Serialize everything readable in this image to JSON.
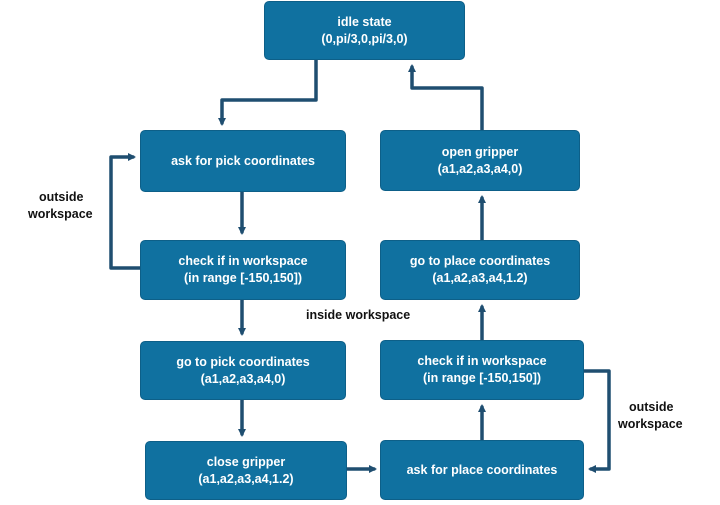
{
  "nodes": {
    "idle": {
      "line1": "idle state",
      "line2": "(0,pi/3,0,pi/3,0)"
    },
    "ask_pick": {
      "line1": "ask for pick coordinates"
    },
    "check_pick": {
      "line1": "check if in workspace",
      "line2": "(in range [-150,150])"
    },
    "goto_pick": {
      "line1": "go to pick coordinates",
      "line2": "(a1,a2,a3,a4,0)"
    },
    "close_gripper": {
      "line1": "close gripper",
      "line2": "(a1,a2,a3,a4,1.2)"
    },
    "ask_place": {
      "line1": "ask for place coordinates"
    },
    "check_place": {
      "line1": "check if in workspace",
      "line2": "(in range [-150,150])"
    },
    "goto_place": {
      "line1": "go to place coordinates",
      "line2": "(a1,a2,a3,a4,1.2)"
    },
    "open_gripper": {
      "line1": "open gripper",
      "line2": "(a1,a2,a3,a4,0)"
    }
  },
  "edge_labels": {
    "outside_left": {
      "line1": "outside",
      "line2": "workspace"
    },
    "inside": "inside workspace",
    "outside_right": {
      "line1": "outside",
      "line2": "workspace"
    }
  },
  "colors": {
    "node_fill": "#1071a0",
    "edge": "#1f4e70"
  }
}
